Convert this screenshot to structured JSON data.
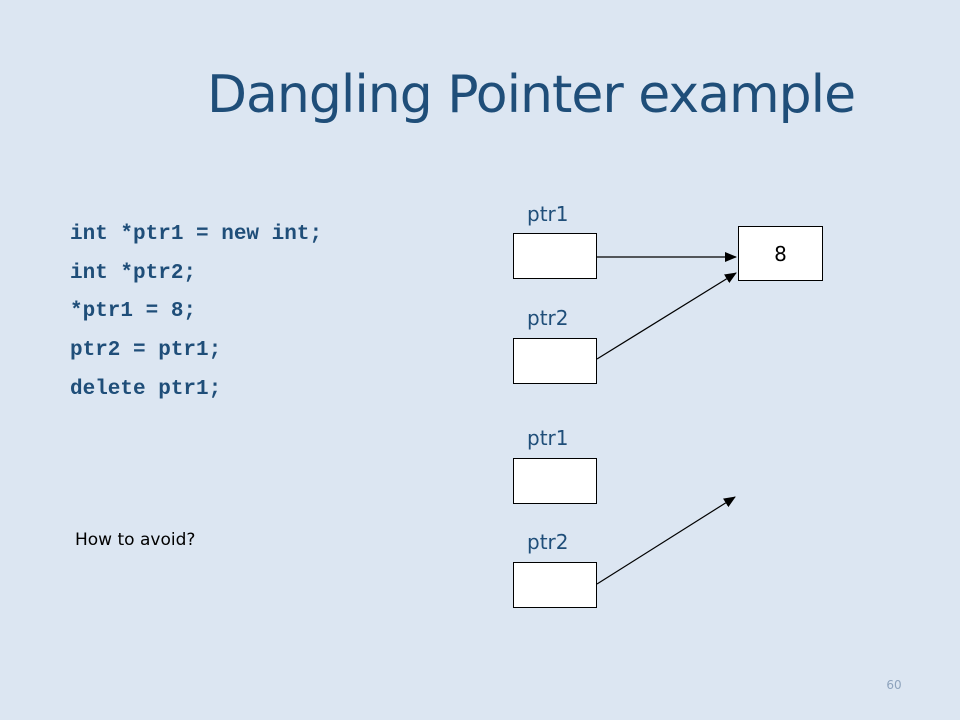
{
  "slide": {
    "title": "Dangling Pointer example",
    "page_number": "60"
  },
  "code": {
    "lines": [
      "int *ptr1 = new int;",
      "int *ptr2;",
      "*ptr1 = 8;",
      "ptr2 = ptr1;",
      "delete ptr1;"
    ]
  },
  "diagram_before": {
    "ptr1_label": "ptr1",
    "ptr2_label": "ptr2",
    "value": "8"
  },
  "diagram_after": {
    "ptr1_label": "ptr1",
    "ptr2_label": "ptr2"
  },
  "question": "How to avoid?",
  "colors": {
    "background": "#dce6f2",
    "title": "#1f4e79",
    "code": "#1f4e79",
    "box_fill": "#ffffff",
    "arrow": "#000000"
  }
}
